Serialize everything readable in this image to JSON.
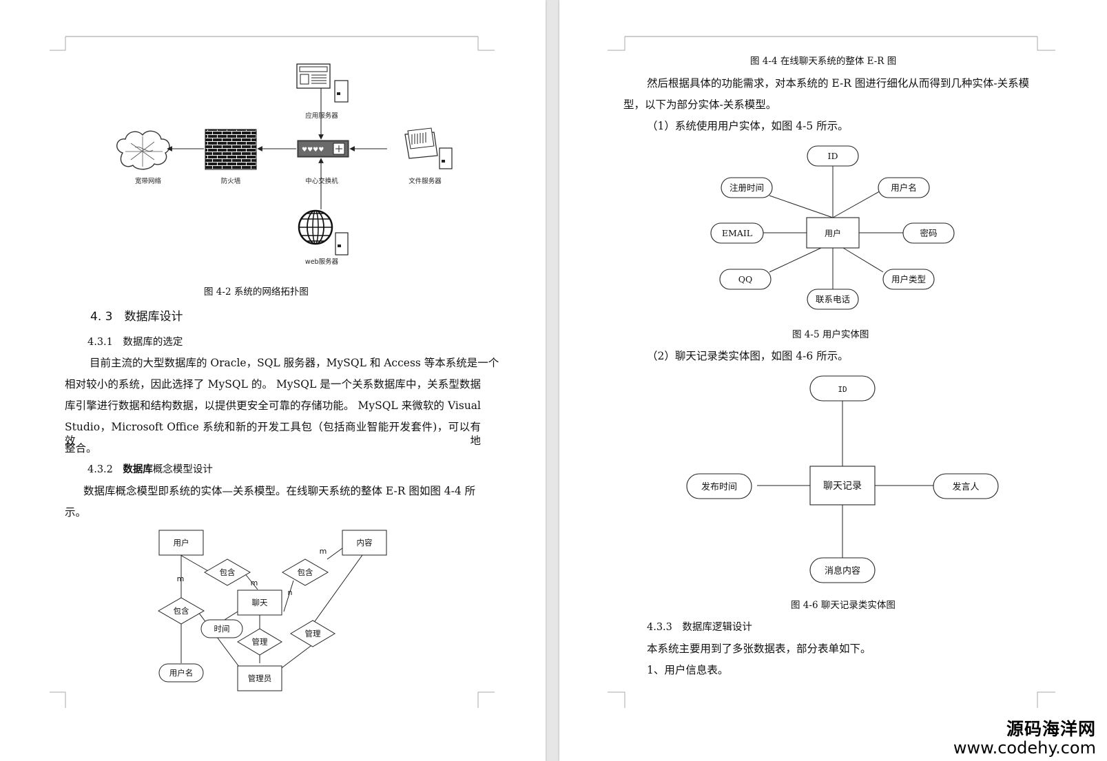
{
  "left_page": {
    "network": {
      "app_server": "应用服务器",
      "broadband": "宽带网络",
      "firewall": "防火墙",
      "switch": "中心交换机",
      "file_server": "文件服务器",
      "web_server": "web服务器"
    },
    "fig_4_2_caption": "图 4-2 系统的网络拓扑图",
    "section_4_3": "4. 3　数据库设计",
    "section_4_3_1": "4.3.1　数据库的选定",
    "para1_lines": [
      "目前主流的大型数据库的 Oracle，SQL 服务器，MySQL 和 Access 等本系统是一个",
      "相对较小的系统，因此选择了 MySQL 的。 MySQL 是一个关系数据库中，关系型数据",
      "库引擎进行数据和结构数据，以提供更安全可靠的存储功能。 MySQL 来微软的 Visual",
      "Studio，Microsoft Office 系统和新的开发工具包（包括商业智能开发套件)，可以有效地",
      "整合。"
    ],
    "section_4_3_2_num": "4.3.2　",
    "section_4_3_2_bold": "数据库",
    "section_4_3_2_rest": "概念模型设计",
    "para2_lines": [
      "数据库概念模型即系统的实体—关系模型。在线聊天系统的整体 E-R 图如图 4-4 所",
      "示。"
    ],
    "er_overall": {
      "user": "用户",
      "content": "内容",
      "chat": "聊天",
      "admin": "管理员",
      "username": "用户名",
      "time": "时间",
      "contain": "包含",
      "manage": "管理",
      "m": "m",
      "n": "n"
    }
  },
  "right_page": {
    "fig_4_4_caption": "图 4-4  在线聊天系统的整体 E-R 图",
    "para3_lines": [
      "然后根据具体的功能需求，对本系统的 E-R 图进行细化从而得到几种实体-关系模",
      "型，以下为部分实体-关系模型。"
    ],
    "item1": "（1）系统使用用户实体，如图 4-5 所示。",
    "er_user": {
      "entity": "用户",
      "id": "ID",
      "reg_time": "注册时间",
      "username": "用户名",
      "email": "EMAIL",
      "password": "密码",
      "qq": "QQ",
      "user_type": "用户类型",
      "phone": "联系电话"
    },
    "fig_4_5_caption": "图 4-5 用户实体图",
    "item2": "（2）聊天记录类实体图，如图 4-6 所示。",
    "er_chat": {
      "entity": "聊天记录",
      "id": "ID",
      "publish_time": "发布时间",
      "sender": "发言人",
      "message": "消息内容"
    },
    "fig_4_6_caption": "图 4-6  聊天记录类实体图",
    "section_4_3_3": "4.3.3　数据库逻辑设计",
    "para4": "本系统主要用到了多张数据表，部分表单如下。",
    "item3": "1、用户信息表。"
  },
  "watermark": {
    "name": "源码海洋网",
    "url": "www.codehy.com"
  }
}
